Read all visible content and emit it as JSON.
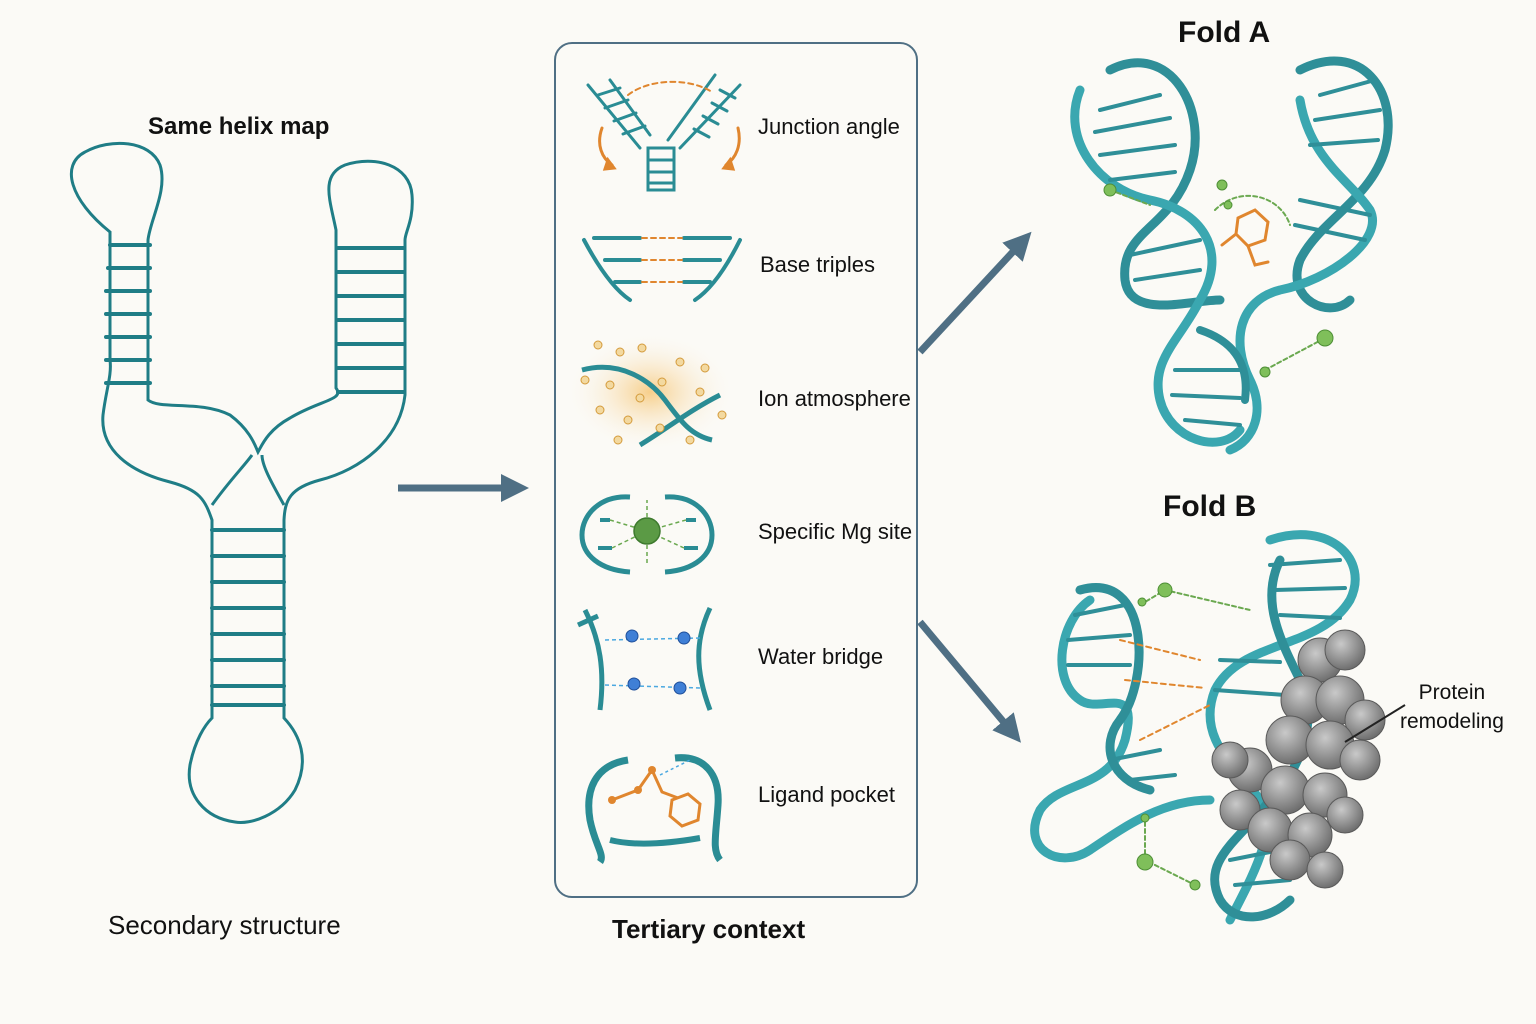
{
  "secondary": {
    "title": "Same helix map",
    "caption": "Secondary structure"
  },
  "tertiary": {
    "caption": "Tertiary context",
    "items": [
      {
        "label": "Junction angle",
        "icon": "junction-angle-icon"
      },
      {
        "label": "Base triples",
        "icon": "base-triples-icon"
      },
      {
        "label": "Ion atmosphere",
        "icon": "ion-atmosphere-icon"
      },
      {
        "label": "Specific Mg site",
        "icon": "mg-site-icon"
      },
      {
        "label": "Water bridge",
        "icon": "water-bridge-icon"
      },
      {
        "label": "Ligand pocket",
        "icon": "ligand-pocket-icon"
      }
    ]
  },
  "folds": {
    "fold_a": {
      "title": "Fold A"
    },
    "fold_b": {
      "title": "Fold B",
      "annotation": "Protein\nremodeling"
    }
  },
  "colors": {
    "rna": "#3a9ea6",
    "rna_dark": "#1f6f78",
    "arrow": "#4f6f84",
    "ligand": "#e0862e",
    "magnesium": "#6aa84f",
    "water": "#3f7fd6",
    "protein": "#8c8c8c"
  }
}
